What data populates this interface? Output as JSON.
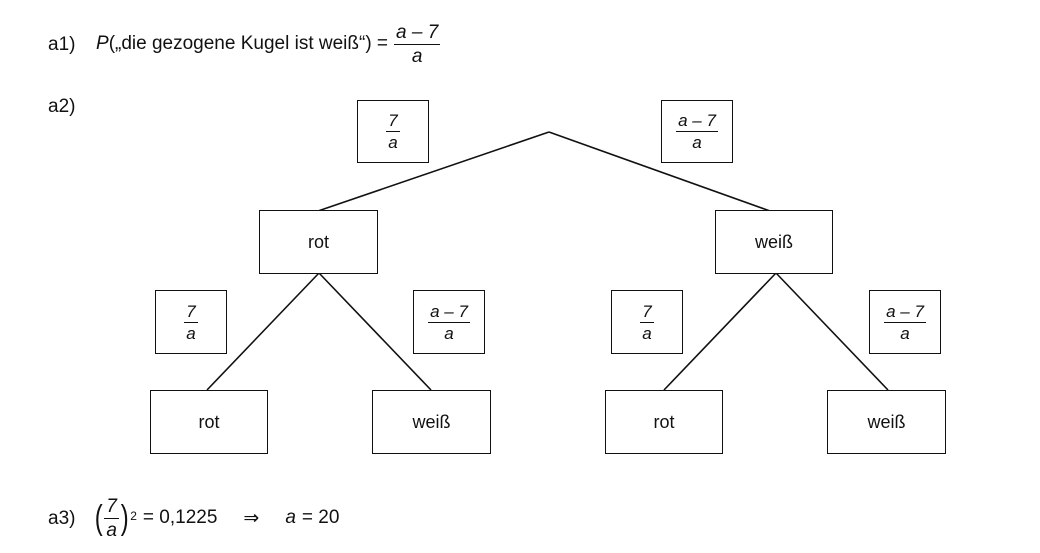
{
  "a1": {
    "label": "a1)",
    "p_symbol": "P",
    "expression": "(„die gezogene Kugel ist weiß“) =",
    "fraction_num": "a – 7",
    "fraction_den": "a"
  },
  "a2": {
    "label": "a2)",
    "top_branch_left": {
      "num": "7",
      "den": "a"
    },
    "top_branch_right": {
      "num": "a – 7",
      "den": "a"
    },
    "level1_left": "rot",
    "level1_right": "weiß",
    "left_branch_left": {
      "num": "7",
      "den": "a"
    },
    "left_branch_right": {
      "num": "a – 7",
      "den": "a"
    },
    "right_branch_left": {
      "num": "7",
      "den": "a"
    },
    "right_branch_right": {
      "num": "a – 7",
      "den": "a"
    },
    "leaf_ll": "rot",
    "leaf_lr": "weiß",
    "leaf_rl": "rot",
    "leaf_rr": "weiß"
  },
  "a3": {
    "label": "a3)",
    "frac_num": "7",
    "frac_den": "a",
    "exponent": "2",
    "equals_value": "= 0,1225",
    "implies": "⇒",
    "result_var": "a",
    "result_value": "= 20"
  }
}
